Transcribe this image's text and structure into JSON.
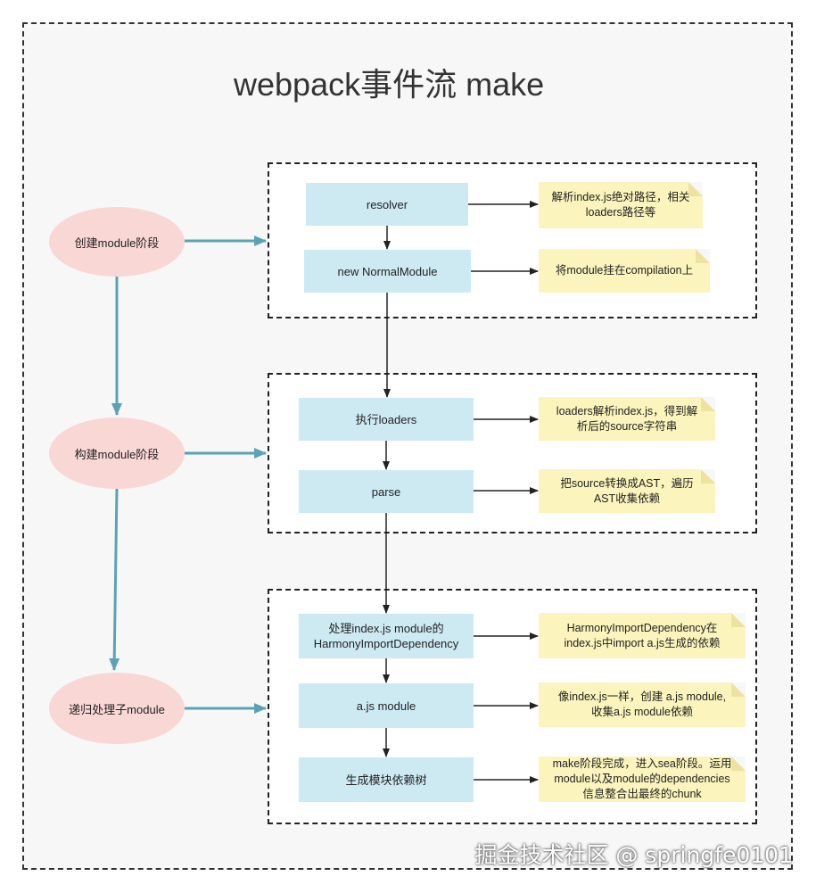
{
  "title": "webpack事件流 make",
  "stages": {
    "create": "创建module阶段",
    "build": "构建module阶段",
    "recursive": "递归处理子module"
  },
  "steps": {
    "resolver": "resolver",
    "new_normal_module": "new NormalModule",
    "exec_loaders": "执行loaders",
    "parse": "parse",
    "process_dep": "处理index.js module的\nHarmonyImportDependency",
    "ajs_module": "a.js module",
    "gen_tree": "生成模块依赖树"
  },
  "notes": {
    "resolver": "解析index.js绝对路径，相关\nloaders路径等",
    "new_normal_module": "将module挂在compilation上",
    "exec_loaders": "loaders解析index.js，得到解\n析后的source字符串",
    "parse": "把source转换成AST，遍历\nAST收集依赖",
    "process_dep": "HarmonyImportDependency在\nindex.js中import a.js生成的依赖",
    "ajs_module": "像index.js一样，创建 a.js module,\n收集a.js module依赖",
    "gen_tree": "make阶段完成，进入sea阶段。运用\nmodule以及module的dependencies\n信息整合出最终的chunk"
  },
  "watermark": "掘金技术社区 @ springfe0101",
  "colors": {
    "step_fill": "#cdeaf2",
    "note_fill": "#fbf4bd",
    "stage_fill": "#f9d7d5",
    "stage_arrow": "#5aa3b4"
  }
}
